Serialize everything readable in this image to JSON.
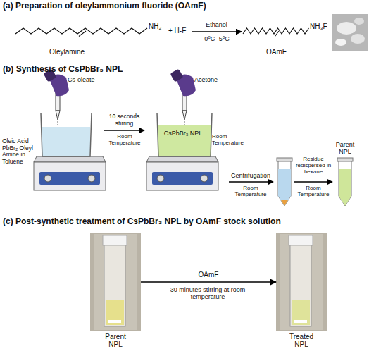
{
  "diagram": {
    "nodes": [
      {
        "text": [
          "NH₂",
          "+ H-F",
          "Oleylamine"
        ]
      },
      {
        "text": [
          "NH₃F",
          "OAmF"
        ]
      },
      {
        "text": [
          "Oleic Acid PbBr₂ Oleyl Amine in Toluene"
        ]
      },
      {
        "text": [
          "CsPbBr₃ NPL",
          "Room Temperature"
        ]
      },
      {
        "text": [
          "Parent NPL"
        ]
      },
      {
        "text": [
          "Parent NPL"
        ]
      },
      {
        "text": [
          "Treated NPL"
        ]
      }
    ],
    "edges": [
      {
        "from": 0,
        "to": 1,
        "arrow": "to",
        "label": "Ethanol"
      },
      {
        "from": 2,
        "to": 3,
        "arrow": "to",
        "label": "10 seconds stirring"
      },
      {
        "from": 5,
        "to": 6,
        "arrow": "to",
        "label": "OAmF"
      }
    ],
    "labels": [
      "(a) Preparation of oleylammonium fluoride (OAmF)",
      "0⁰C- 5⁰C",
      "(b) Synthesis of CsPbBr₃ NPL",
      "Cs-oleate",
      "Acetone",
      "Room Temperature",
      "Centrifugation",
      "Room Temperature",
      "Residue redispersed in hexane",
      "Room Temperature",
      "(c) Post-synthetic treatment of CsPbBr₃ NPL by OAmF stock solution",
      "30 minutes stirring at room temperature"
    ]
  }
}
